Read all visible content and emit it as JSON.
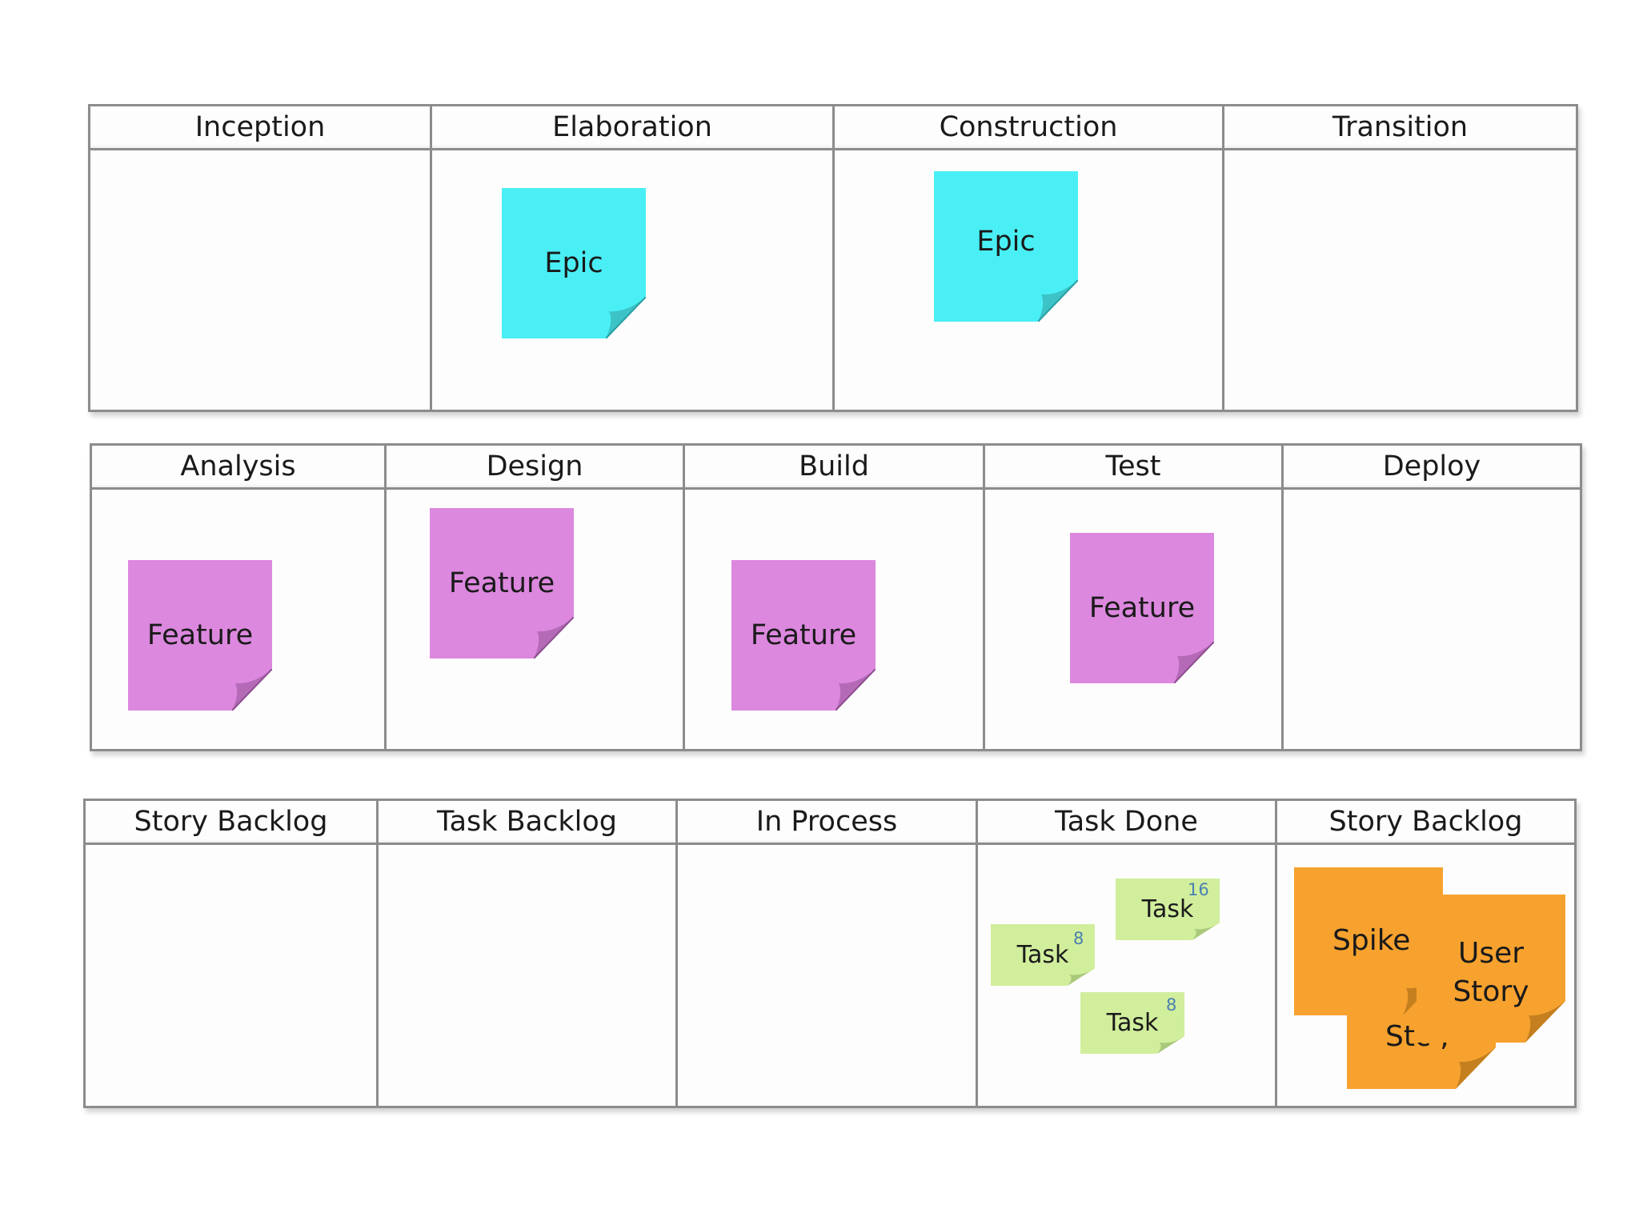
{
  "boards": [
    {
      "name": "phase-board",
      "columns": [
        "Inception",
        "Elaboration",
        "Construction",
        "Transition"
      ]
    },
    {
      "name": "workflow-board",
      "columns": [
        "Analysis",
        "Design",
        "Build",
        "Test",
        "Deploy"
      ]
    },
    {
      "name": "task-board",
      "columns": [
        "Story Backlog",
        "Task Backlog",
        "In Process",
        "Task Done",
        "Story Backlog"
      ]
    }
  ],
  "notes": {
    "epics": [
      "Epic",
      "Epic"
    ],
    "features": [
      "Feature",
      "Feature",
      "Feature",
      "Feature"
    ],
    "tasks": [
      {
        "label": "Task",
        "points": "16"
      },
      {
        "label": "Task",
        "points": "8"
      },
      {
        "label": "Task",
        "points": "8"
      }
    ],
    "stories": {
      "spike": "Spike",
      "user_story_line1": "User",
      "user_story_line2": "Story",
      "back_story": "Stc , "
    }
  },
  "colors": {
    "epic": "#4aeff5",
    "feature": "#dc88de",
    "task": "#d1ee9d",
    "story": "#f7a22f",
    "grid": "#8c8c8c"
  }
}
